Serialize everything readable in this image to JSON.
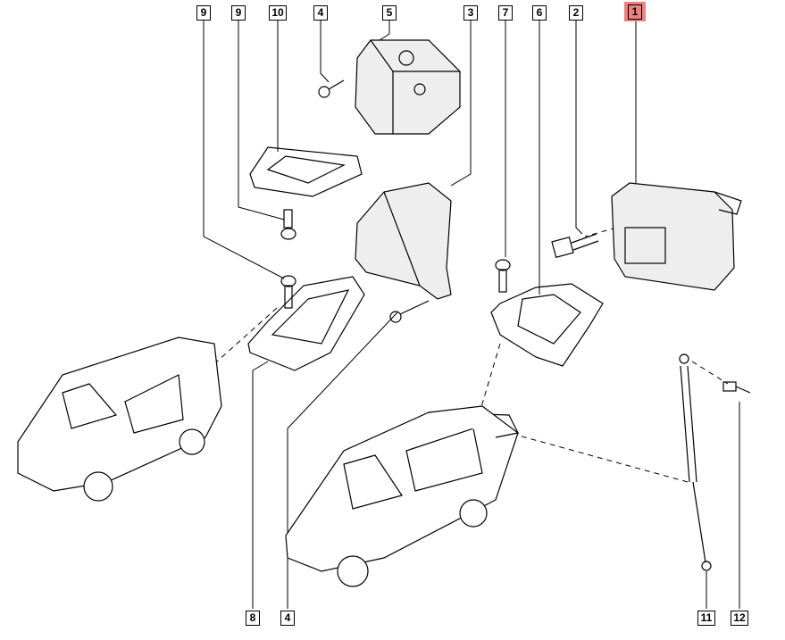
{
  "diagram": {
    "highlight_color": "#f08080",
    "top_labels": [
      {
        "num": "9"
      },
      {
        "num": "9"
      },
      {
        "num": "10"
      },
      {
        "num": "4"
      },
      {
        "num": "5"
      },
      {
        "num": "3"
      },
      {
        "num": "7"
      },
      {
        "num": "6"
      },
      {
        "num": "2"
      },
      {
        "num": "1",
        "highlighted": true
      }
    ],
    "bottom_labels": [
      {
        "num": "8"
      },
      {
        "num": "4"
      },
      {
        "num": "11"
      },
      {
        "num": "12"
      }
    ]
  }
}
